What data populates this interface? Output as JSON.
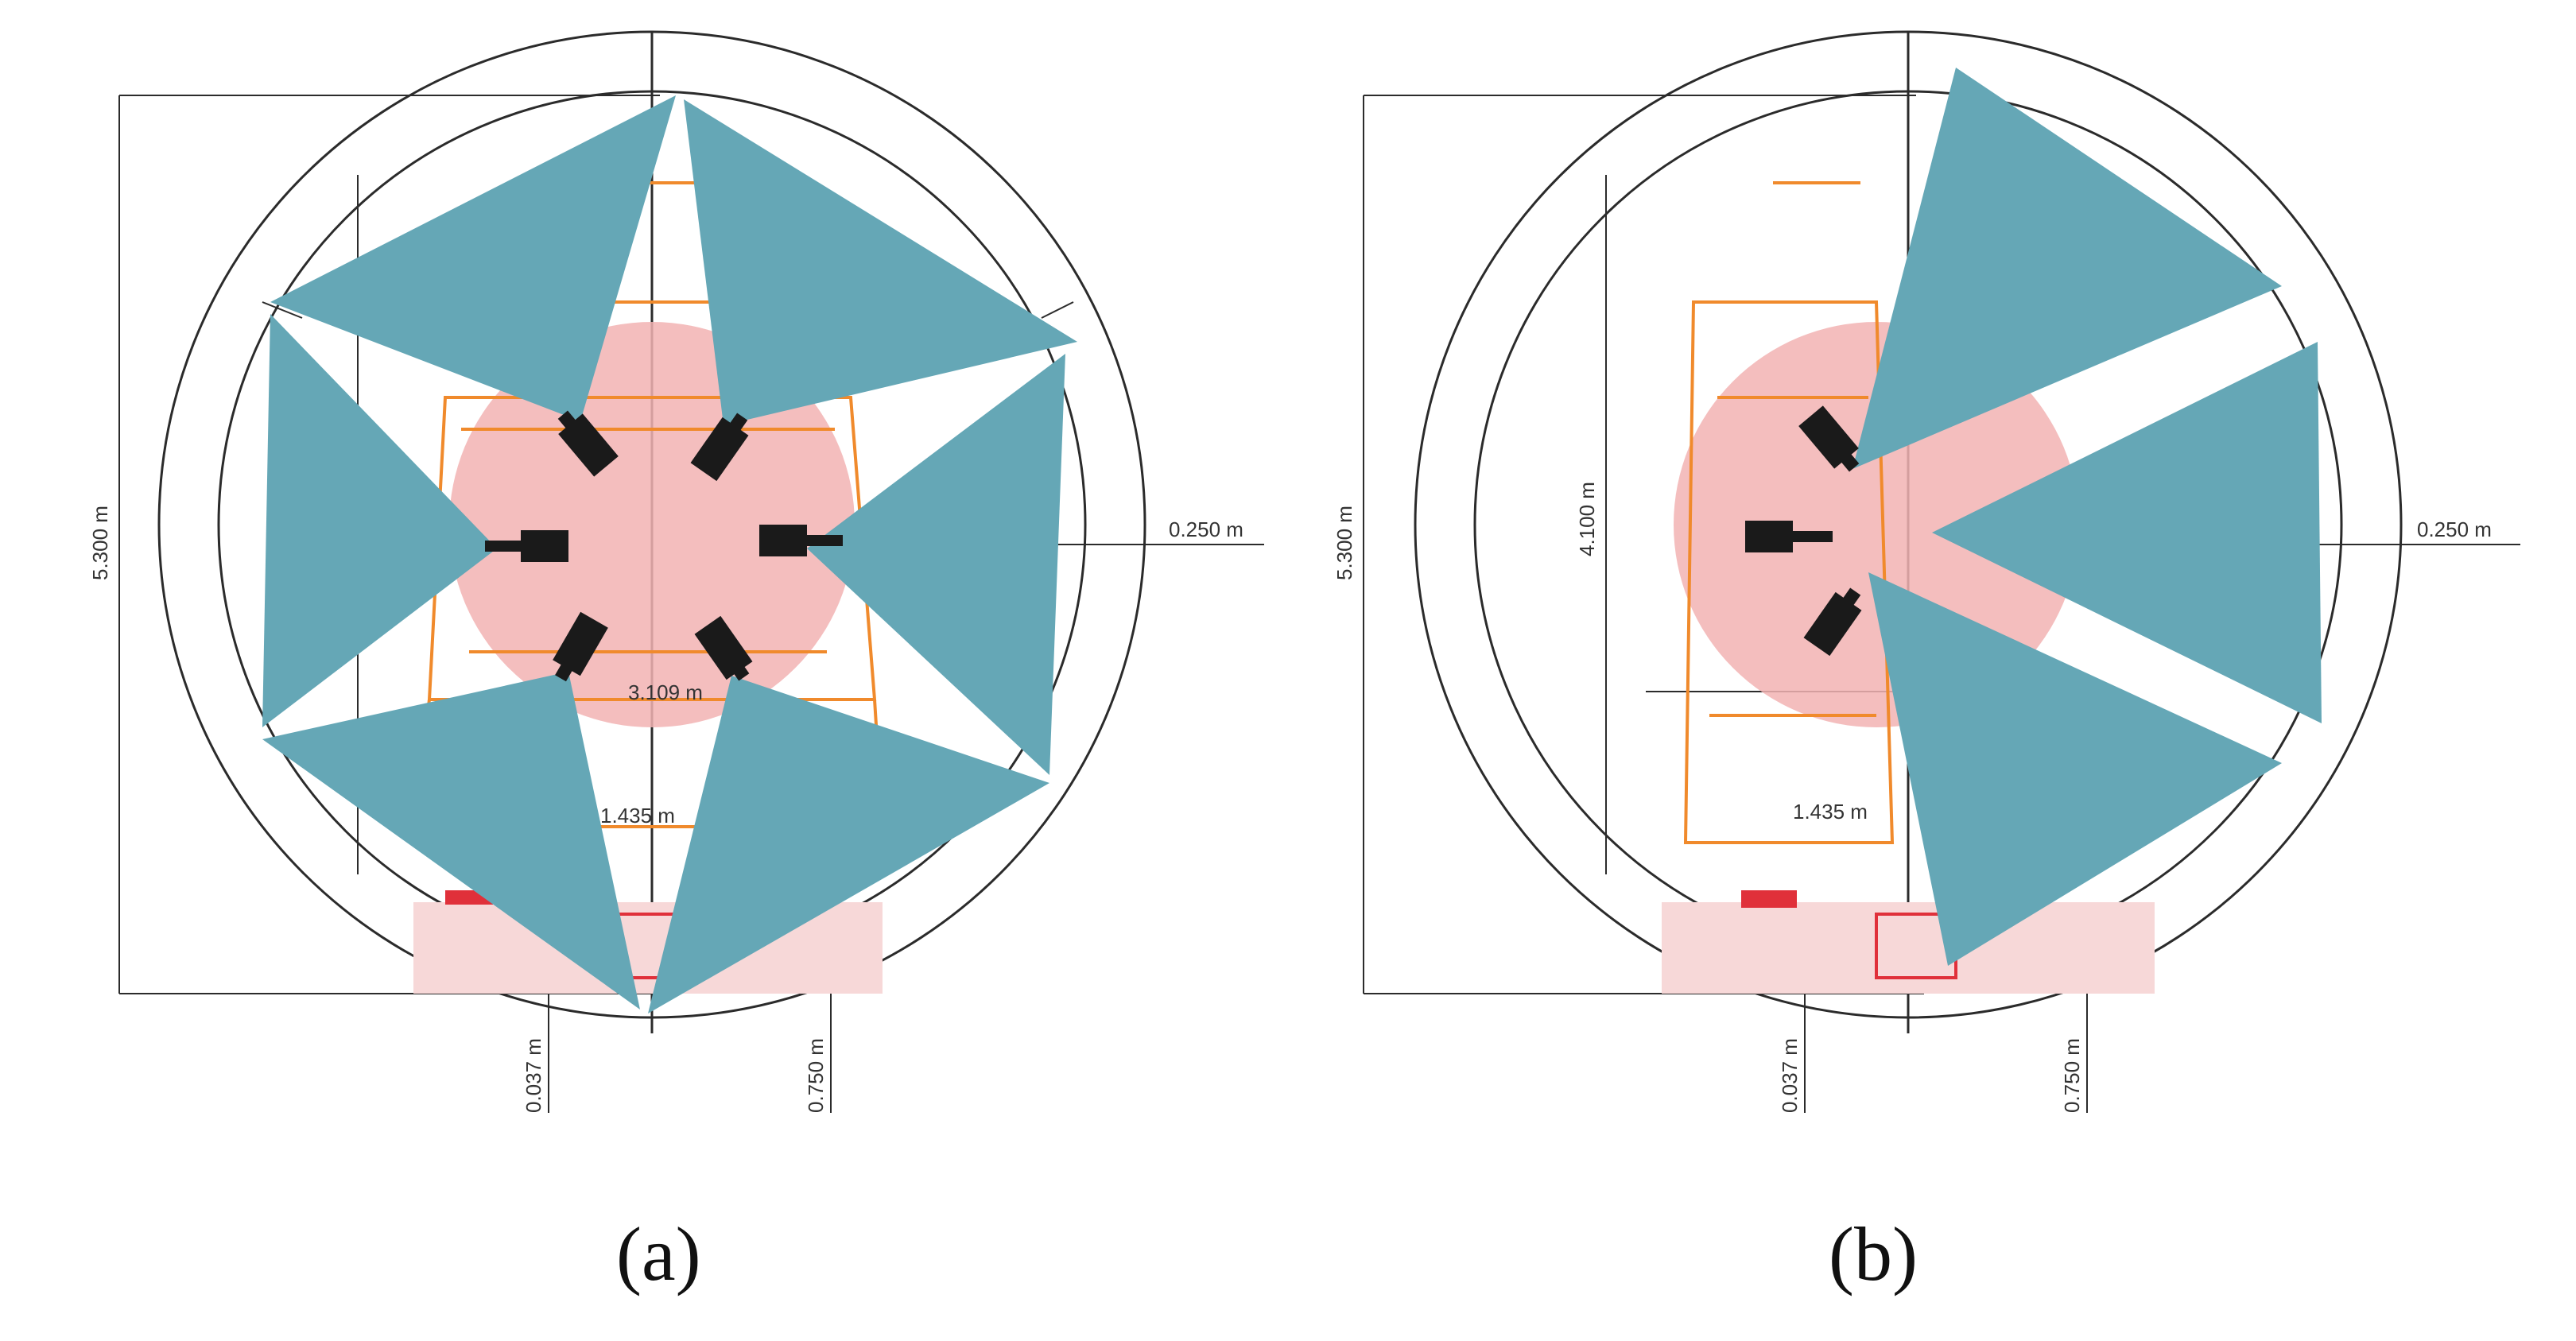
{
  "panels": [
    {
      "caption": "(a)",
      "camera_count": 6,
      "dims": {
        "height": "5.300 m",
        "side_gap": "0.250 m",
        "width": "3.109 m",
        "gauge": "1.435 m",
        "bottom_left": "0.037 m",
        "bottom_right": "0.750 m"
      }
    },
    {
      "caption": "(b)",
      "camera_count": 3,
      "dims": {
        "height": "5.300 m",
        "height_inner": "4.100 m",
        "side_gap": "0.250 m",
        "gauge": "1.435 m",
        "bottom_left": "0.037 m",
        "bottom_right": "0.750 m"
      }
    }
  ],
  "colors": {
    "fov": "#65a7b6",
    "coverage_zone": "#f2b3b3",
    "vehicle_outline": "#f08a2c",
    "tunnel_lines": "#2b2b2b",
    "camera": "#1a1a1a",
    "track_bed": "#e0303a"
  }
}
